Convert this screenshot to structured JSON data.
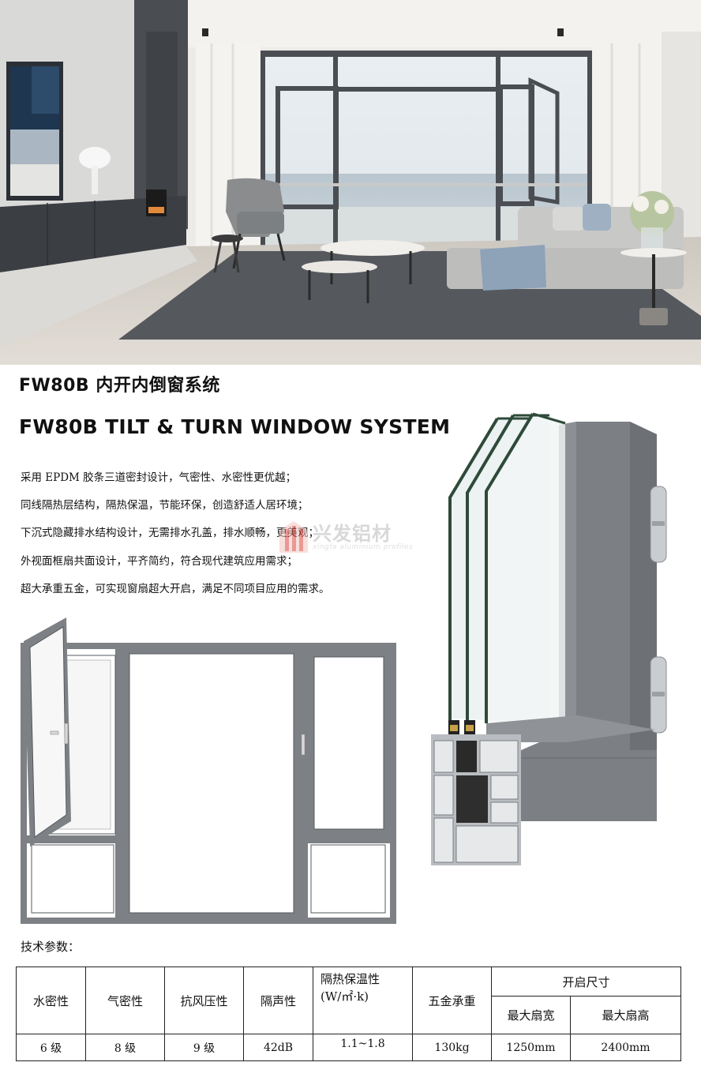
{
  "titles": {
    "chinese": "FW80B 内开内倒窗系统",
    "english": "FW80B TILT & TURN WINDOW SYSTEM"
  },
  "features": [
    "采用 EPDM 胶条三道密封设计，气密性、水密性更优越；",
    "同线隔热层结构，隔热保温，节能环保，创造舒适人居环境；",
    "下沉式隐藏排水结构设计，无需排水孔盖，排水顺畅，更美观；",
    "外视面框扇共面设计，平齐简约，符合现代建筑应用需求；",
    "超大承重五金，可实现窗扇超大开启，满足不同项目应用的需求。"
  ],
  "watermark": {
    "chinese": "兴发铝材",
    "english": "xingfa aluminium profiles"
  },
  "spec": {
    "label": "技术参数：",
    "headers": {
      "water": "水密性",
      "air": "气密性",
      "wind": "抗风压性",
      "sound": "隔声性",
      "thermal_line1": "隔热保温性",
      "thermal_line2": "(W/㎡·k)",
      "hardware": "五金承重",
      "opening": "开启尺寸",
      "max_width": "最大扇宽",
      "max_height": "最大扇高"
    },
    "values": {
      "water": "6 级",
      "air": "8 级",
      "wind": "9 级",
      "sound": "42dB",
      "thermal": "1.1~1.8",
      "hardware": "130kg",
      "max_width": "1250mm",
      "max_height": "2400mm"
    }
  },
  "colors": {
    "frame_gray": "#7d8084",
    "frame_dark": "#55585c",
    "glass_edge": "#2e4a3a",
    "watermark_red": "#d9473e"
  }
}
